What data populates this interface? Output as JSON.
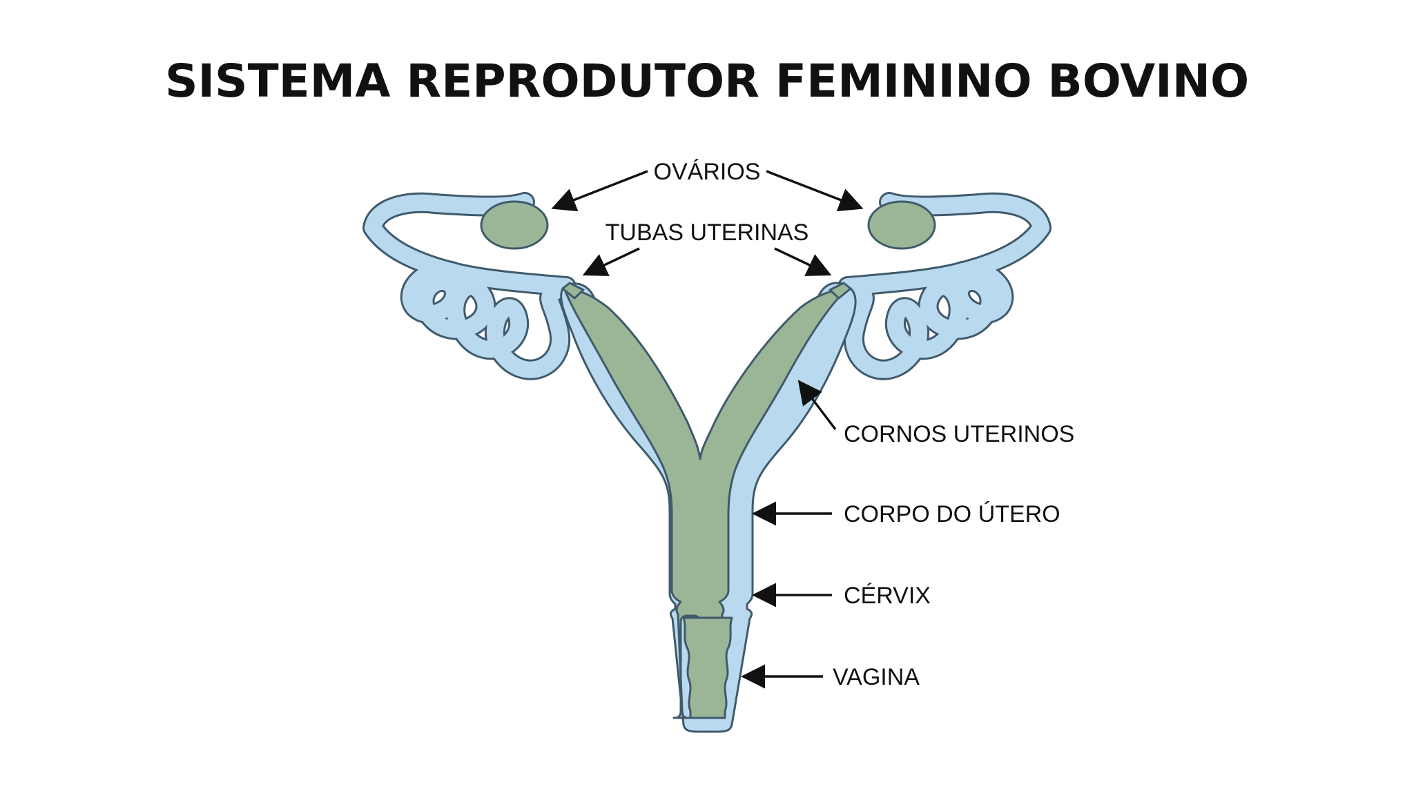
{
  "title": "SISTEMA REPRODUTOR FEMININO BOVINO",
  "labels": {
    "ovarios": "OVÁRIOS",
    "tubas": "TUBAS UTERINAS",
    "cornos": "CORNOS UTERINOS",
    "corpo": "CORPO DO ÚTERO",
    "cervix": "CÉRVIX",
    "vagina": "VAGINA"
  },
  "colors": {
    "outer": "#b9d9ef",
    "inner": "#9bb597",
    "outline": "#3f5a6b",
    "text": "#111111"
  }
}
